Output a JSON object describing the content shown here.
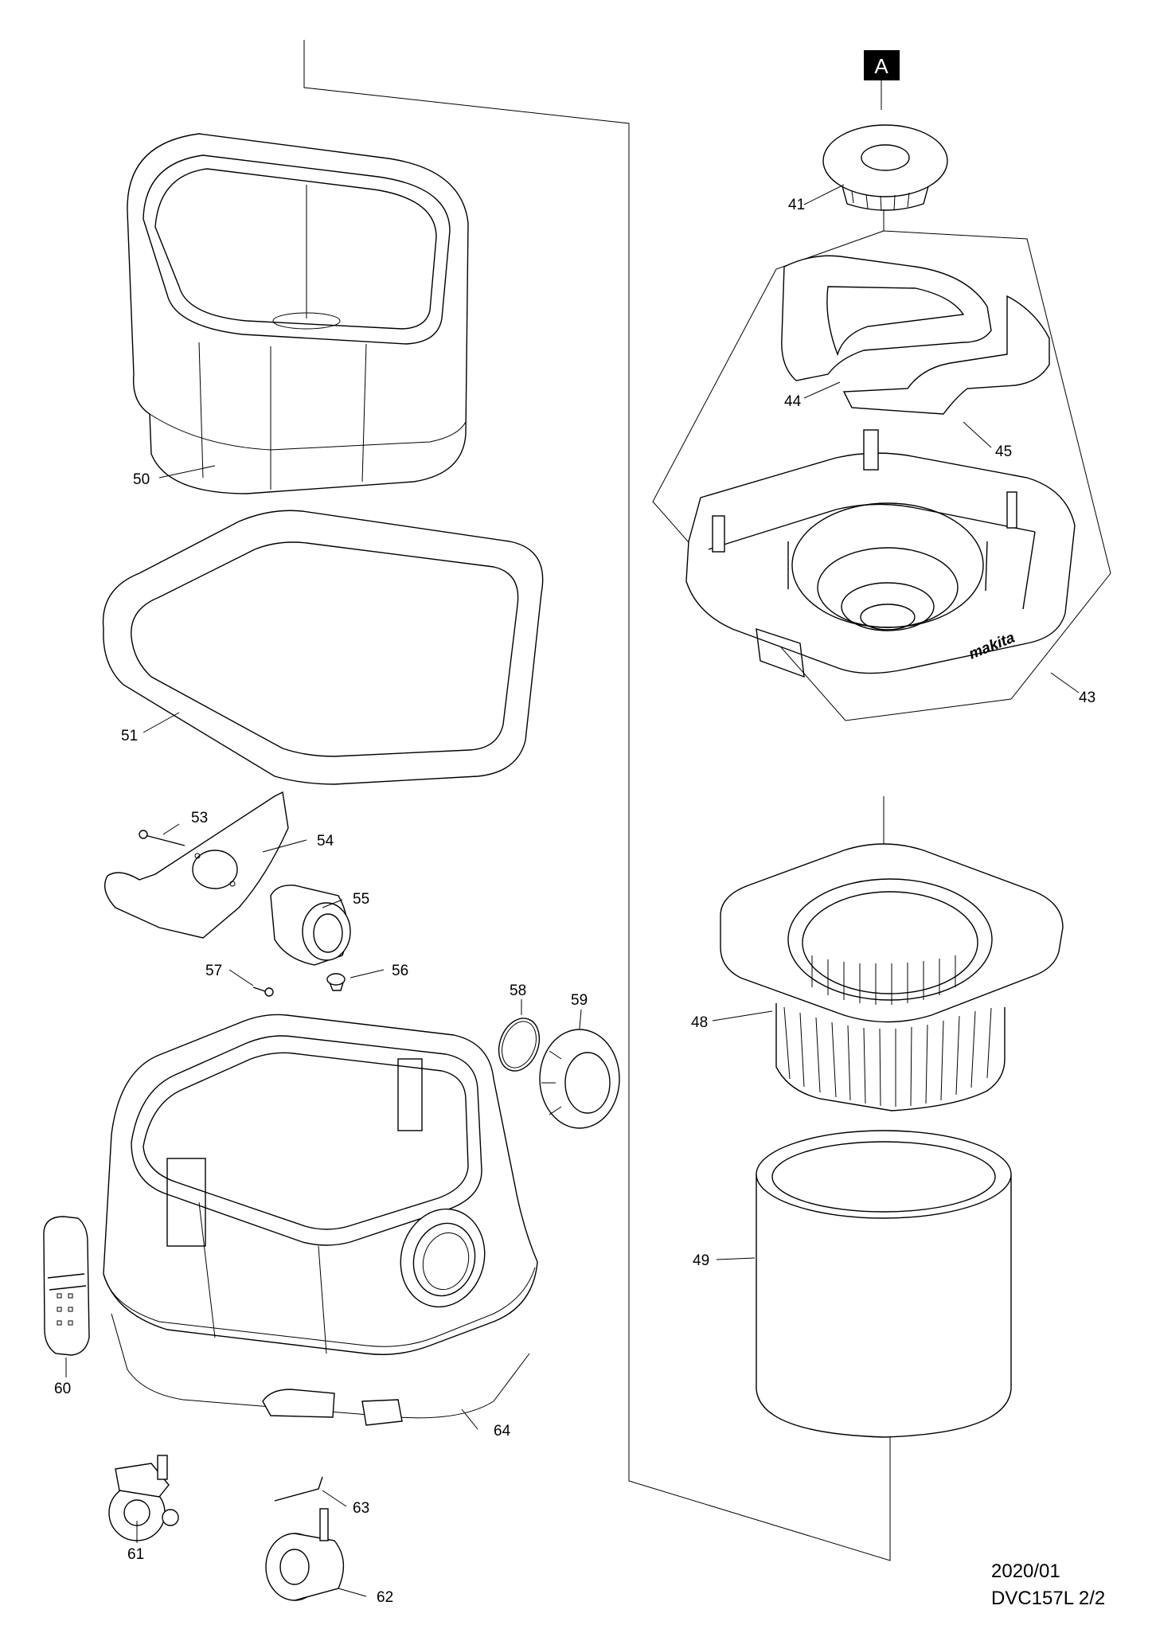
{
  "reference_marker": "A",
  "callouts": [
    "41",
    "43",
    "44",
    "45",
    "48",
    "49",
    "50",
    "51",
    "53",
    "54",
    "55",
    "56",
    "57",
    "58",
    "59",
    "60",
    "61",
    "62",
    "63",
    "64"
  ],
  "brand_mark": "makita",
  "footer": {
    "date": "2020/01",
    "model_page": "DVC157L 2/2"
  }
}
